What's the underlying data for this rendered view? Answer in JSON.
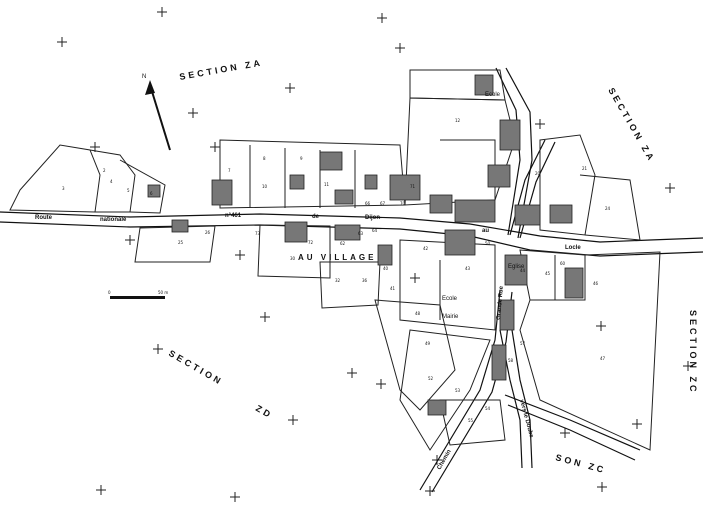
{
  "map": {
    "sections": {
      "za": "SECTION   ZA",
      "za_right": "SECTION   ZA",
      "zd": "SECTION",
      "zd_code": "ZD",
      "zc_right": "SECTION   ZC",
      "zc_bottom": "SON ZC"
    },
    "area_label": "AU VILLAGE",
    "road": {
      "route": "Route",
      "nationale": "nationale",
      "number": "n°461",
      "de": "de",
      "dijon": "Dijon",
      "au": "au",
      "locle": "Locle"
    },
    "streets": {
      "grande_rue": "Grande Rue",
      "chemin": "Chemin",
      "vers_doubs": "vers le Doubs"
    },
    "places": {
      "ecole_top": "Ecole",
      "ecole": "Ecole",
      "mairie": "Mairie",
      "eglise": "Eglise"
    },
    "north": "N",
    "scale": {
      "start": "0",
      "end": "50 m"
    },
    "parcel_numbers": [
      "3",
      "2",
      "4",
      "5",
      "6",
      "7",
      "8",
      "9",
      "10",
      "11",
      "12",
      "20",
      "21",
      "24",
      "25",
      "26",
      "30",
      "32",
      "36",
      "40",
      "41",
      "42",
      "43",
      "44",
      "45",
      "46",
      "47",
      "48",
      "49",
      "50",
      "52",
      "53",
      "54",
      "55",
      "57",
      "58",
      "60",
      "62",
      "63",
      "64",
      "66",
      "67",
      "70",
      "71",
      "72",
      "73"
    ]
  }
}
